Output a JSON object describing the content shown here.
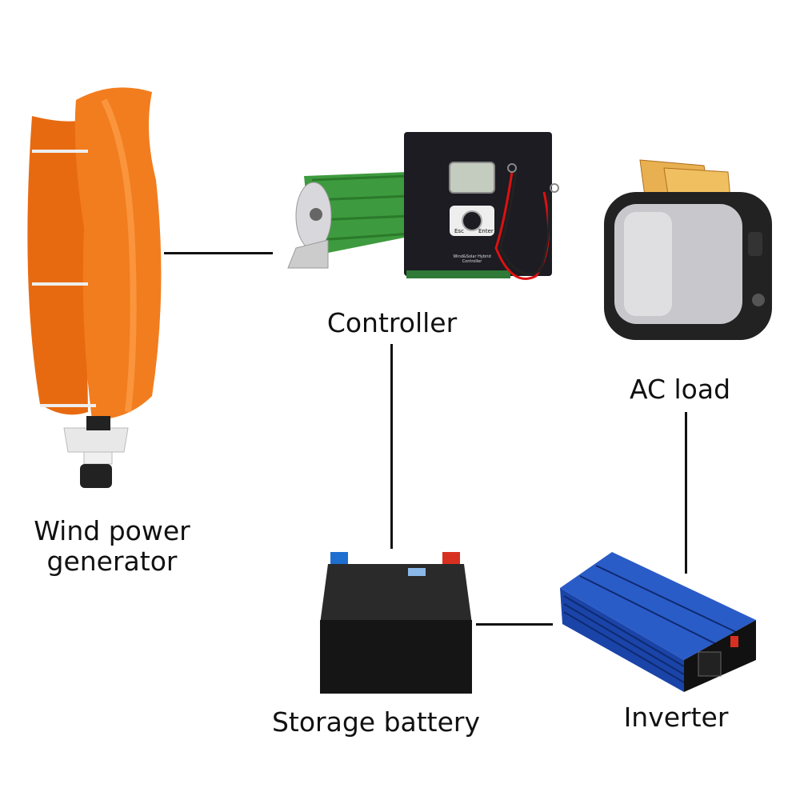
{
  "labels": {
    "wind_line1": "Wind power",
    "wind_line2": "generator",
    "controller": "Controller",
    "ac_load": "AC load",
    "battery": "Storage battery",
    "inverter": "Inverter"
  },
  "controller_device": {
    "panel_text_line1": "Wind&Solar Hybrid",
    "panel_text_line2": "Controller",
    "esc_key": "Esc",
    "enter_key": "Enter"
  },
  "colors": {
    "turbine": "#f07a1a",
    "resistor": "#3e9a3e",
    "controller": "#1c1c22",
    "inverter": "#1f4fb8",
    "battery": "#1a1a1a",
    "line": "#111111"
  }
}
